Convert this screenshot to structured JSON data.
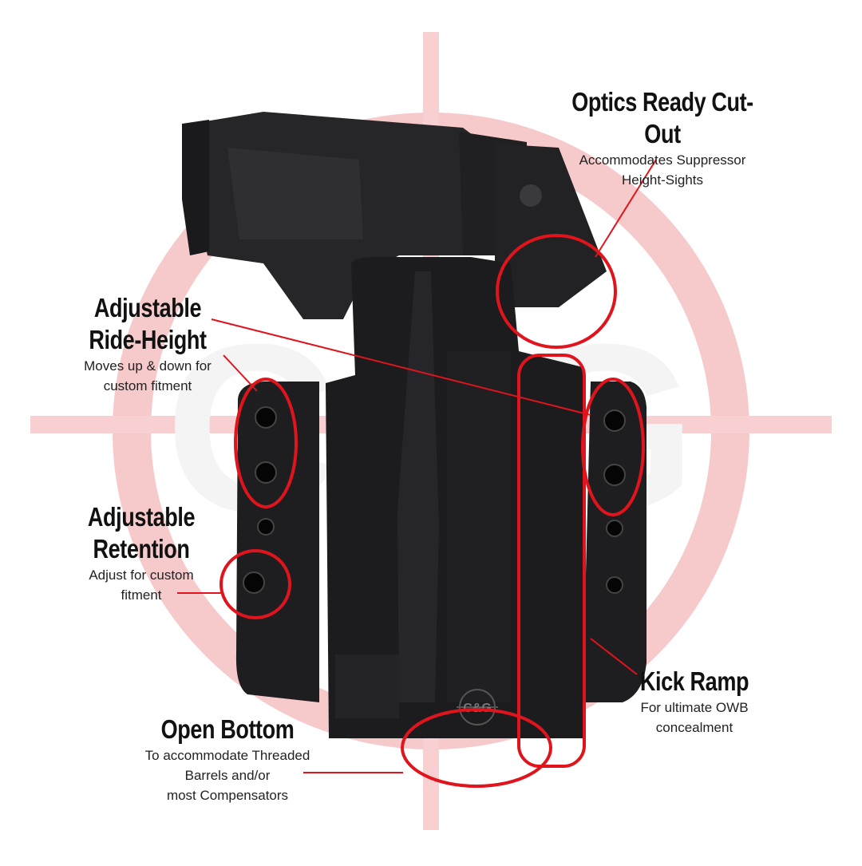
{
  "callouts": {
    "optics": {
      "title": "Optics Ready Cut-Out",
      "desc_lines": [
        "Accommodates Suppressor",
        "Height-Sights"
      ]
    },
    "ride_height": {
      "title_lines": [
        "Adjustable",
        "Ride-Height"
      ],
      "desc_lines": [
        "Moves up & down for",
        "custom fitment"
      ]
    },
    "retention": {
      "title_lines": [
        "Adjustable",
        "Retention"
      ],
      "desc_lines": [
        "Adjust for custom",
        "fitment"
      ]
    },
    "kick_ramp": {
      "title": "Kick Ramp",
      "desc_lines": [
        "For ultimate OWB",
        "concealment"
      ]
    },
    "open_bottom": {
      "title": "Open Bottom",
      "desc_lines": [
        "To accommodate Threaded",
        "Barrels and/or",
        "most Compensators"
      ]
    }
  },
  "logo_text": "C&G",
  "colors": {
    "accent": "#e0141c",
    "crosshair": "#f6c9cb",
    "holster": "#1c1c1e",
    "pistol": "#262628"
  }
}
